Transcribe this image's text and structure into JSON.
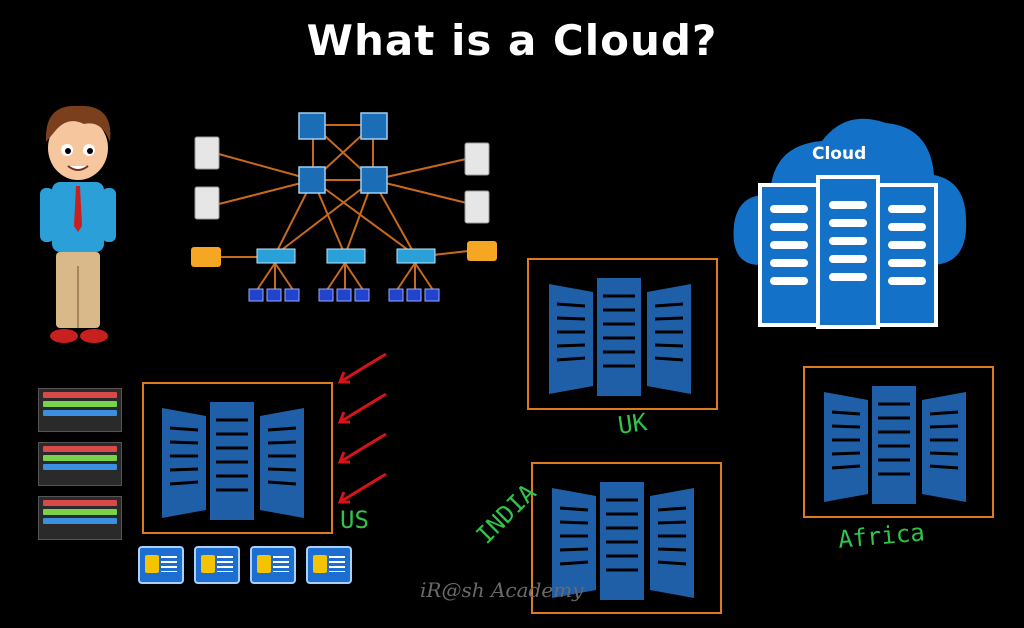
{
  "title": "What is a Cloud?",
  "cloud_label": "Cloud",
  "datacenters": [
    {
      "label": "US"
    },
    {
      "label": "UK"
    },
    {
      "label": "INDIA"
    },
    {
      "label": "Africa"
    }
  ],
  "watermark": "iR@sh Academy",
  "colors": {
    "accent_orange": "#e07a1f",
    "server_blue": "#1e5fa8",
    "handwriting_green": "#2fc44a",
    "cloud_blue": "#1471c8"
  }
}
